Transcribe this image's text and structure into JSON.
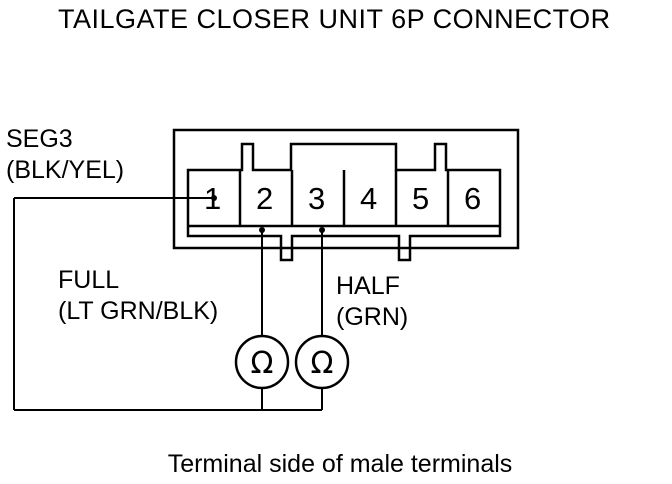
{
  "title": "TAILGATE CLOSER UNIT 6P CONNECTOR",
  "terminals": [
    "1",
    "2",
    "3",
    "4",
    "5",
    "6"
  ],
  "labels": {
    "seg3_name": "SEG3",
    "seg3_wire": "(BLK/YEL)",
    "full_name": "FULL",
    "full_wire": "(LT GRN/BLK)",
    "half_name": "HALF",
    "half_wire": "(GRN)"
  },
  "meters": [
    {
      "symbol": "Ω",
      "name": "ohmmeter-full"
    },
    {
      "symbol": "Ω",
      "name": "ohmmeter-half"
    }
  ],
  "caption": "Terminal side of male terminals"
}
